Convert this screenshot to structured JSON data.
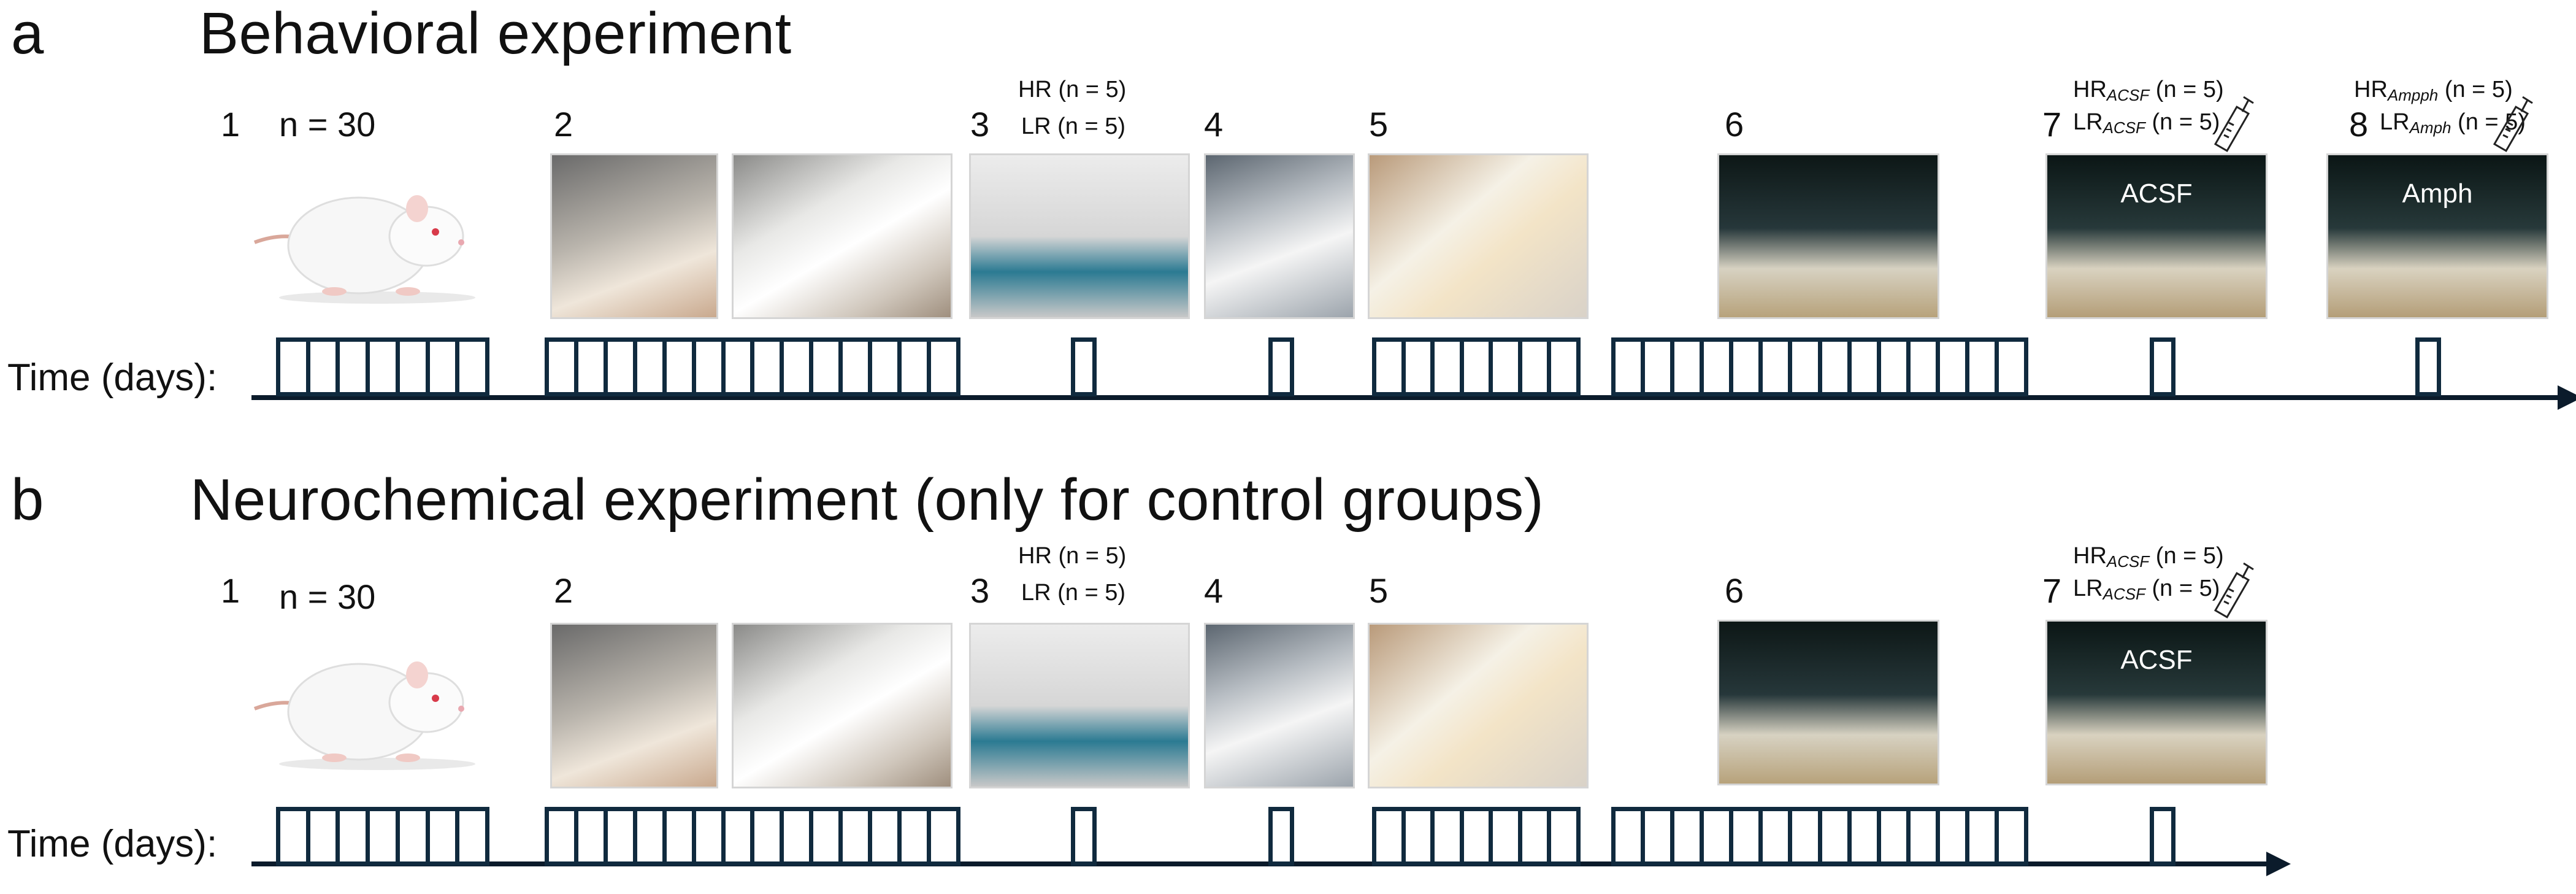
{
  "panels": [
    {
      "letter": "a",
      "title": "Behavioral experiment",
      "n_total": "n = 30",
      "timeline_label": "Time (days):",
      "steps": [
        "1",
        "2",
        "3",
        "4",
        "5",
        "6",
        "7",
        "8"
      ],
      "group_label_step3": {
        "line1": "HR (n = 5)",
        "line2": "LR (n = 5)"
      },
      "group_label_step7": {
        "hr_pre": "HR",
        "hr_sub": "ACSF",
        "hr_post": " (n = 5)",
        "lr_pre": "LR",
        "lr_sub": "ACSF",
        "lr_post": " (n = 5)"
      },
      "group_label_step8": {
        "hr_pre": "HR",
        "hr_sub": "Ampph",
        "hr_post": " (n = 5)",
        "lr_pre": "LR",
        "lr_sub": "Amph",
        "lr_post": " (n = 5)"
      },
      "photo_captions": {
        "step7": "ACSF",
        "step8": "Amph"
      },
      "day_counts": [
        7,
        14,
        1,
        1,
        7,
        14,
        1,
        1
      ]
    },
    {
      "letter": "b",
      "title": "Neurochemical experiment (only for control groups)",
      "n_total": "n = 30",
      "timeline_label": "Time (days):",
      "steps": [
        "1",
        "2",
        "3",
        "4",
        "5",
        "6",
        "7"
      ],
      "group_label_step3": {
        "line1": "HR (n = 5)",
        "line2": "LR (n = 5)"
      },
      "group_label_step7": {
        "hr_pre": "HR",
        "hr_sub": "ACSF",
        "hr_post": " (n = 5)",
        "lr_pre": "LR",
        "lr_sub": "ACSF",
        "lr_post": " (n = 5)"
      },
      "photo_captions": {
        "step7": "ACSF"
      },
      "day_counts": [
        7,
        14,
        1,
        1,
        7,
        14,
        1
      ]
    }
  ],
  "colors": {
    "timeline": "#102a3e",
    "axis": "#0b1b2b"
  },
  "icons": [
    "rat-illustration",
    "syringe-icon"
  ]
}
